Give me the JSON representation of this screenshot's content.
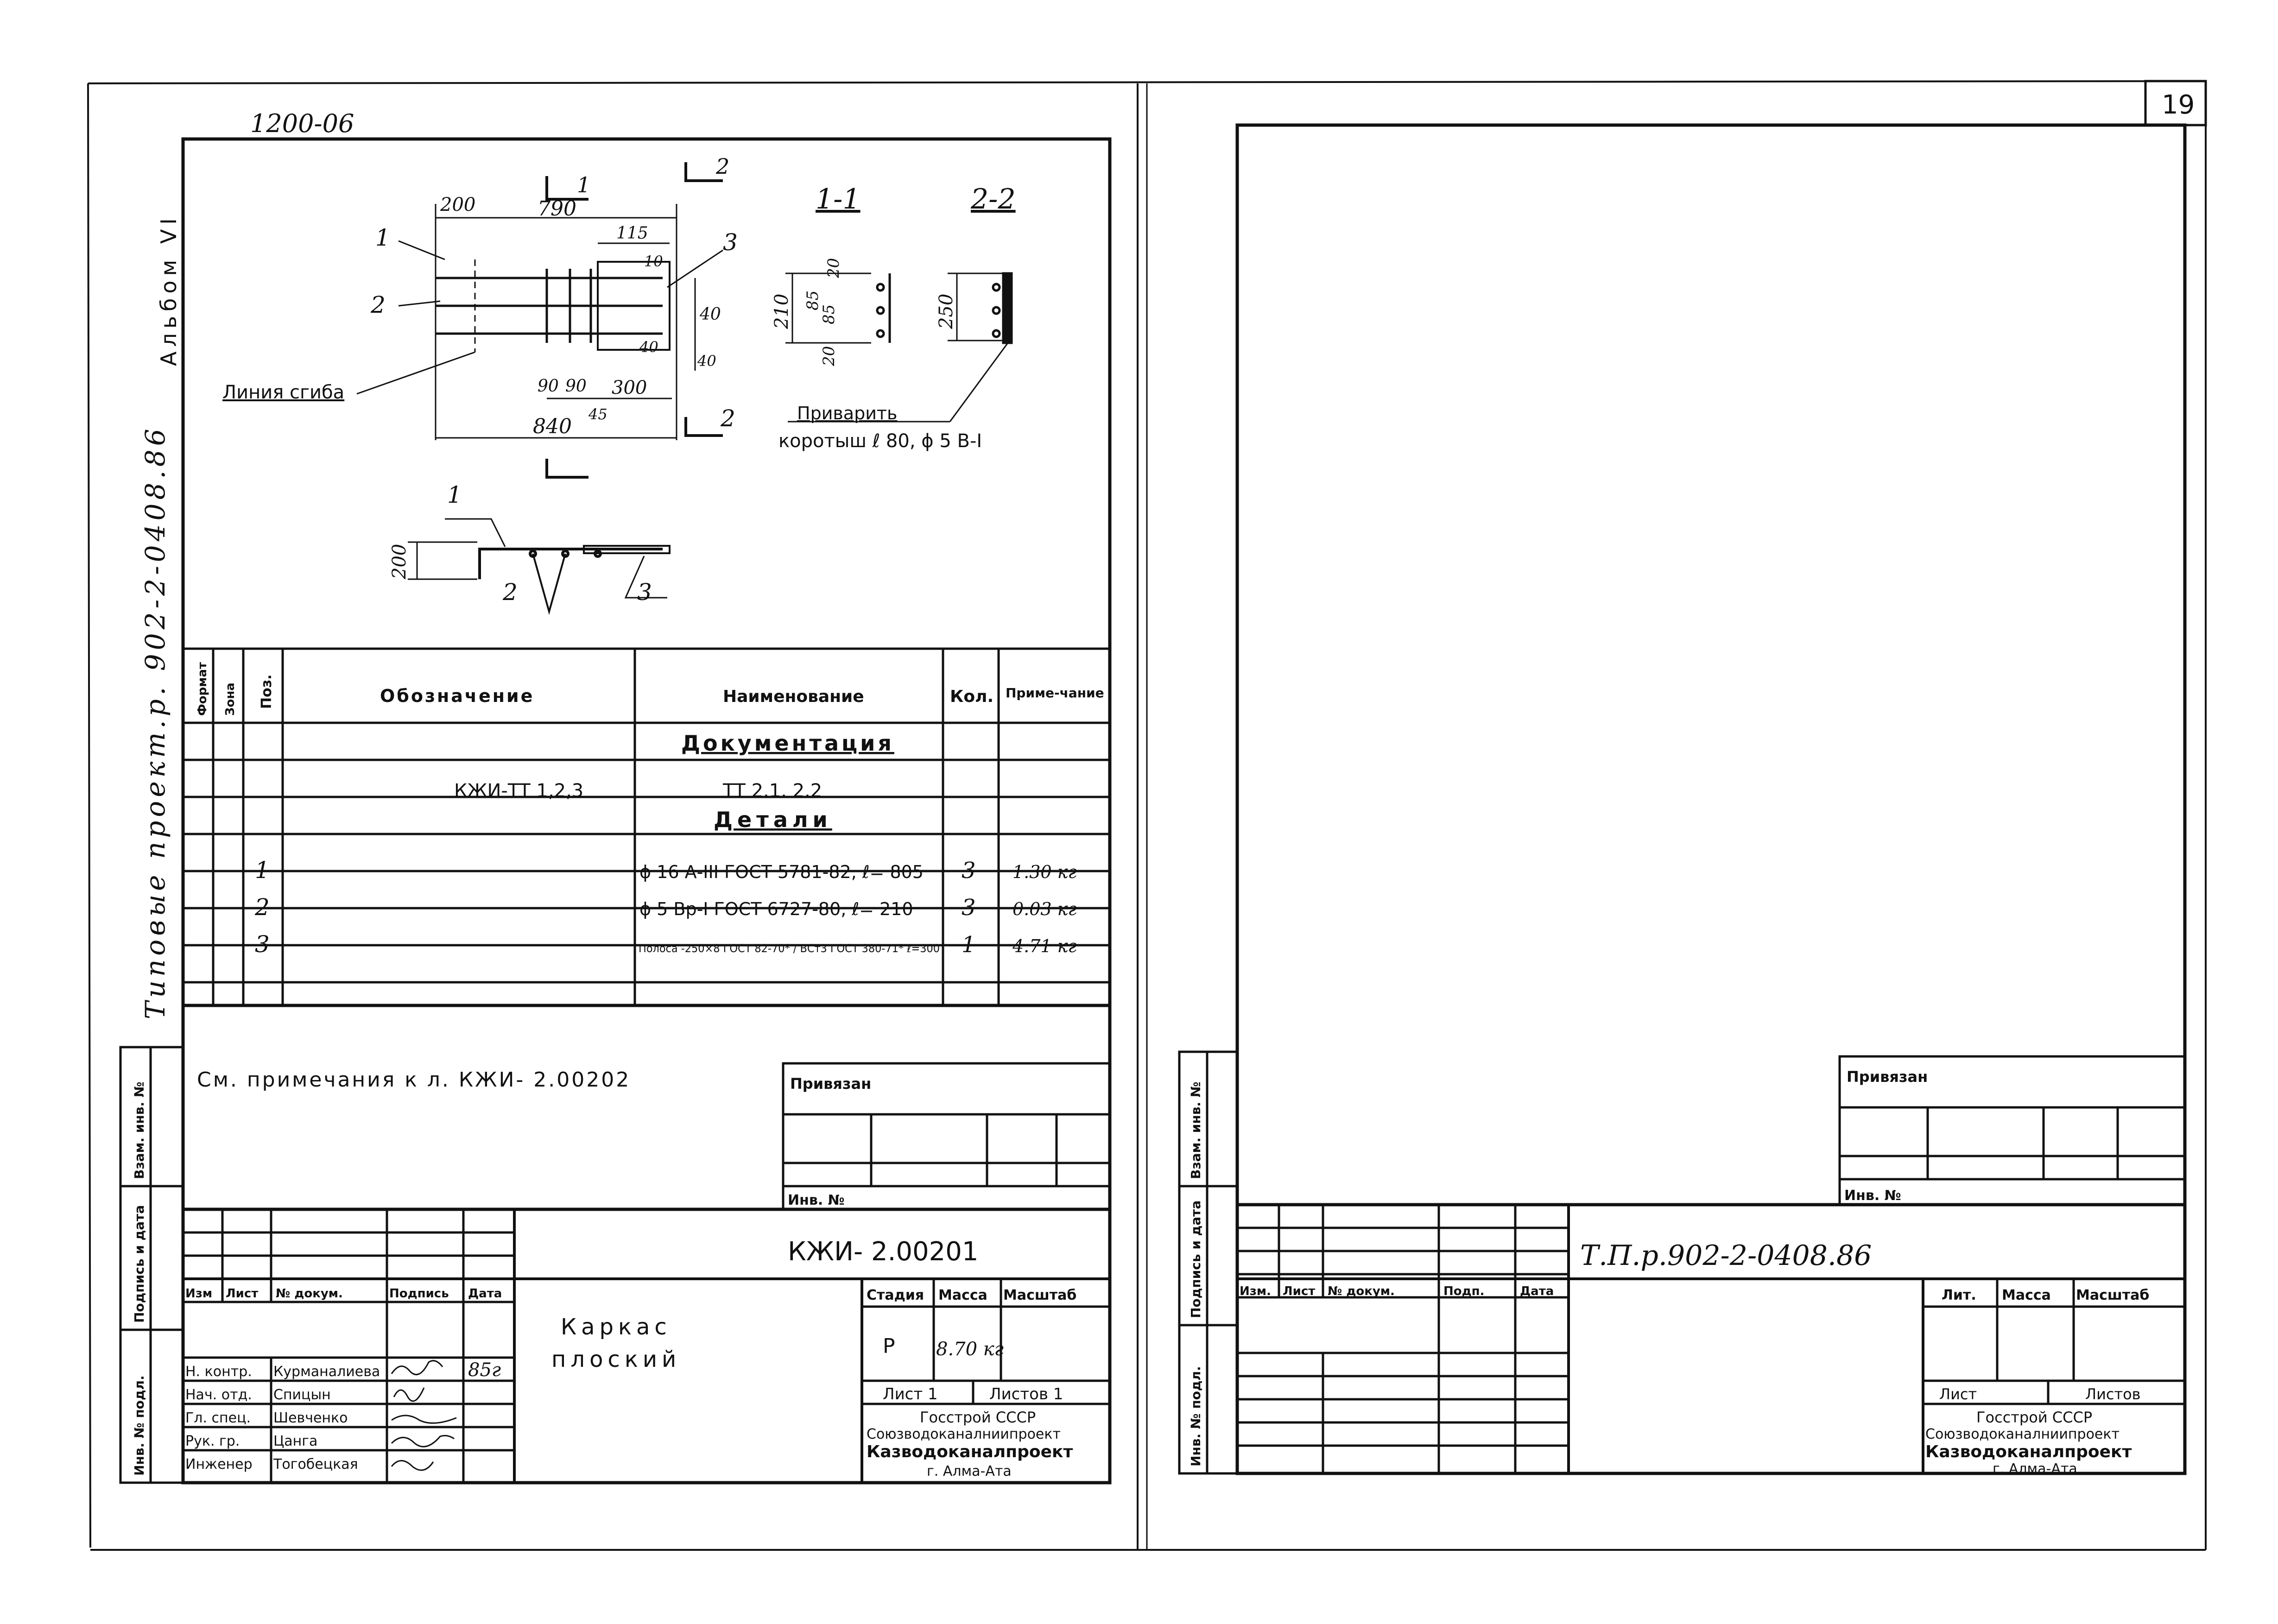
{
  "left_sheet": {
    "top_code": "1200-06",
    "side_album": "Альбом VI",
    "side_project": "Типовые проект.р. 902-2-0408.86",
    "drawing": {
      "callout_1": "1",
      "callout_2": "2",
      "callout_3": "3",
      "section_1": "1",
      "section_2": "2",
      "dim_200": "200",
      "dim_790": "790",
      "dim_115": "115",
      "dim_10": "10",
      "dim_40a": "40",
      "dim_40b": "40",
      "dim_40c": "40",
      "dim_90a": "90",
      "dim_90b": "90",
      "dim_300": "300",
      "dim_45": "45",
      "dim_840": "840",
      "dim_20a": "20",
      "dim_20b": "20",
      "dim_210": "210",
      "dim_85a": "85",
      "dim_85b": "85",
      "dim_250": "250",
      "dim_200b": "200",
      "view_1_1": "1-1",
      "view_2_2": "2-2",
      "bend_line": "Линия сгиба",
      "weld_note_1": "Приварить",
      "weld_note_2": "коротыш ℓ 80, ϕ 5 В-I"
    },
    "spec_table": {
      "headers": {
        "format": "Формат",
        "zone": "Зона",
        "pos": "Поз.",
        "designation": "Обозначение",
        "name": "Наименование",
        "qty": "Кол.",
        "note": "Приме-чание"
      },
      "section_docs": "Документация",
      "doc_row": {
        "designation": "КЖИ-ТТ 1,2,3",
        "name": "ТТ 2.1.  2.2"
      },
      "section_parts": "Детали",
      "rows": [
        {
          "pos": "1",
          "name": "ϕ 16 А-III  ГОСТ 5781-82, ℓ= 805",
          "qty": "3",
          "note": "1.30 кг"
        },
        {
          "pos": "2",
          "name": "ϕ 5 Вр-I  ГОСТ 6727-80, ℓ= 210",
          "qty": "3",
          "note": "0.03 кг"
        },
        {
          "pos": "3",
          "name": "Полоса  -250×8 ГОСТ 82-70* / ВСт3 ГОСТ 380-71* ℓ=300",
          "qty": "1",
          "note": "4.71 кг"
        }
      ]
    },
    "note": "См.  примечания  к л.  КЖИ- 2.00202",
    "stamp_side": {
      "inv_vzam": "Взам. инв. №",
      "podpis": "Подпись и дата",
      "inv_podl": "Инв. № подл."
    },
    "privyazan": "Привязан",
    "inv_no": "Инв. №",
    "title_block": {
      "code": "КЖИ- 2.00201",
      "title_line1": "Каркас",
      "title_line2": "плоский",
      "col_izm": "Изм",
      "col_list": "Лист",
      "col_docum": "№ докум.",
      "col_podpis": "Подпись",
      "col_data": "Дата",
      "stadia_label": "Стадия",
      "massa_label": "Масса",
      "masshtab_label": "Масштаб",
      "stadia": "Р",
      "massa": "8.70 кг",
      "sheet": "Лист 1",
      "sheets": "Листов 1",
      "org1": "Госстрой СССР",
      "org2": "Союзводоканалниипроект",
      "org3": "Казводоканалпроект",
      "org4": "г. Алма-Ата",
      "people": [
        {
          "role": "Н. контр.",
          "name": "Курманалиева",
          "date": "85г"
        },
        {
          "role": "Нач. отд.",
          "name": "Спицын",
          "date": ""
        },
        {
          "role": "Гл. спец.",
          "name": "Шевченко",
          "date": ""
        },
        {
          "role": "Рук. гр.",
          "name": "Цанга",
          "date": ""
        },
        {
          "role": "Инженер",
          "name": "Тогобецкая",
          "date": ""
        }
      ]
    }
  },
  "right_sheet": {
    "page_number": "19",
    "privyazan": "Привязан",
    "inv_no": "Инв. №",
    "code": "Т.П.р.902-2-0408.86",
    "col_izm": "Изм.",
    "col_list": "Лист",
    "col_docum": "№ докум.",
    "col_podpis": "Подп.",
    "col_data": "Дата",
    "lit_label": "Лит.",
    "massa_label": "Масса",
    "masshtab_label": "Масштаб",
    "sheet": "Лист",
    "sheets": "Листов",
    "org1": "Госстрой СССР",
    "org2": "Союзводоканалниипроект",
    "org3": "Казводоканалпроект",
    "org4": "г. Алма-Ата",
    "stamp_side": {
      "inv_vzam": "Взам. инв. №",
      "podpis": "Подпись и дата",
      "inv_podl": "Инв. № подл."
    }
  }
}
